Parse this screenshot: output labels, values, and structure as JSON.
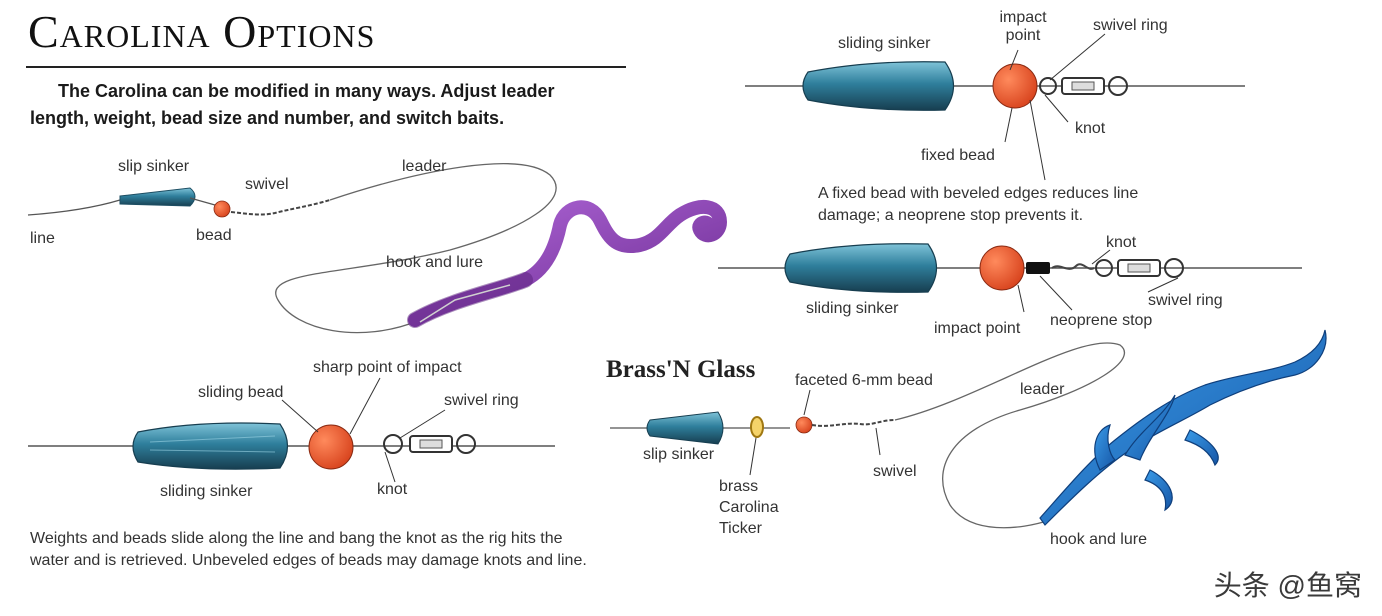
{
  "title": "Carolina Options",
  "intro": {
    "line1": "The Carolina can be modified in many ways.  Adjust leader",
    "line2": "length, weight, bead size and number, and switch baits."
  },
  "rig1": {
    "slip_sinker": "slip sinker",
    "swivel": "swivel",
    "leader": "leader",
    "line": "line",
    "bead": "bead",
    "hook_and_lure": "hook and lure"
  },
  "rig2": {
    "sharp_point": "sharp point of impact",
    "sliding_bead": "sliding bead",
    "swivel_ring": "swivel ring",
    "sliding_sinker": "sliding sinker",
    "knot": "knot",
    "caption_line1": "Weights and beads slide along the line and bang the knot as the rig hits the",
    "caption_line2": "water and is retrieved.  Unbeveled edges of beads may damage knots and line."
  },
  "rig3": {
    "sliding_sinker": "sliding sinker",
    "impact_point": "impact point",
    "swivel_ring": "swivel ring",
    "knot": "knot",
    "fixed_bead": "fixed bead"
  },
  "caption_mid": {
    "line1": "A fixed bead with beveled edges reduces line",
    "line2": "damage; a neoprene stop prevents it."
  },
  "rig4": {
    "knot": "knot",
    "swivel_ring": "swivel ring",
    "sliding_sinker": "sliding sinker",
    "impact_point": "impact point",
    "neoprene_stop": "neoprene stop"
  },
  "brass": {
    "title": "Brass'N Glass",
    "faceted_bead": "faceted 6-mm bead",
    "leader": "leader",
    "slip_sinker": "slip sinker",
    "swivel": "swivel",
    "brass_ticker": "brass",
    "brass_ticker2": "Carolina",
    "brass_ticker3": "Ticker",
    "hook_and_lure": "hook and lure"
  },
  "watermark": "头条 @鱼窝",
  "colors": {
    "sinker": "#2f7f9c",
    "sinker_dark": "#1d4e63",
    "bead": "#e8552e",
    "worm_purple": "#8a3fb0",
    "lizard_blue": "#2276c9",
    "brass": "#e5b020"
  }
}
